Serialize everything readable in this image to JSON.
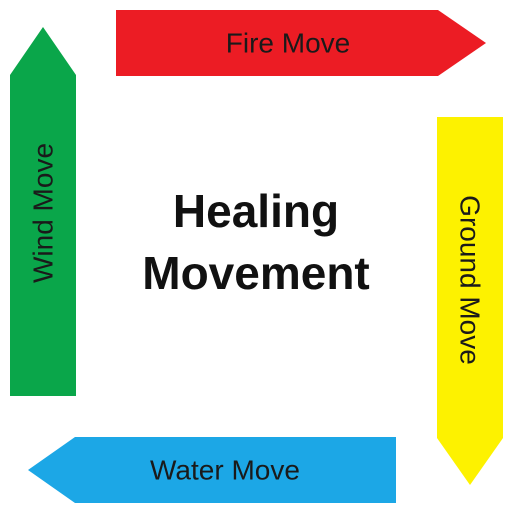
{
  "title": {
    "line1": "Healing",
    "line2": "Movement"
  },
  "arrows": {
    "fire": {
      "label": "Fire Move",
      "color": "#ec1c24",
      "direction": "right"
    },
    "ground": {
      "label": "Ground Move",
      "color": "#fdf200",
      "direction": "down"
    },
    "water": {
      "label": "Water Move",
      "color": "#1ca7e6",
      "direction": "left"
    },
    "wind": {
      "label": "Wind Move",
      "color": "#0aa64a",
      "direction": "up"
    }
  }
}
